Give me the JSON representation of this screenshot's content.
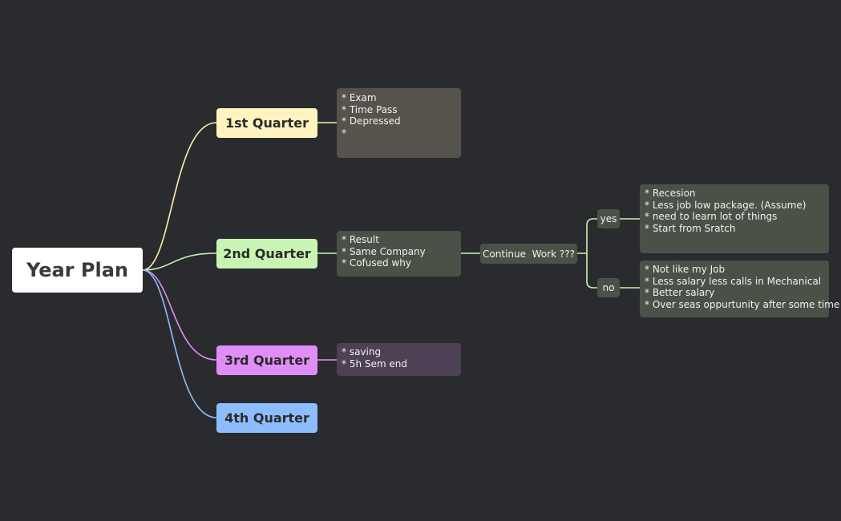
{
  "root": {
    "title": "Year Plan"
  },
  "quarters": [
    {
      "label": "1st Quarter",
      "color": "#fff4bf"
    },
    {
      "label": "2nd Quarter",
      "color": "#c8f5b4"
    },
    {
      "label": "3rd Quarter",
      "color": "#df8ef7"
    },
    {
      "label": "4th Quarter",
      "color": "#8ebdff"
    }
  ],
  "notes": {
    "q1": [
      "* Exam",
      "* Time Pass",
      "* Depressed",
      "*"
    ],
    "q2": [
      "* Result",
      "* Same Company",
      "* Cofused why"
    ],
    "q3": [
      "* saving",
      "* 5h Sem end"
    ]
  },
  "decision": {
    "question": "Continue  Work ???",
    "yes_label": "yes",
    "no_label": "no",
    "yes_notes": [
      "* Recesion",
      "* Less job low package. (Assume)",
      "* need to learn lot of things",
      "* Start from Sratch"
    ],
    "no_notes": [
      "* Not like my Job",
      "* Less salary less calls in Mechanical",
      "* Better salary",
      "* Over seas oppurtunity after some time"
    ]
  },
  "colors": {
    "background": "#2a2b2e",
    "q1_note_bg": "#55534b",
    "q2_note_bg": "#4a5248",
    "q3_note_bg": "#4d4155",
    "branch_line": "#c8f5b4"
  }
}
